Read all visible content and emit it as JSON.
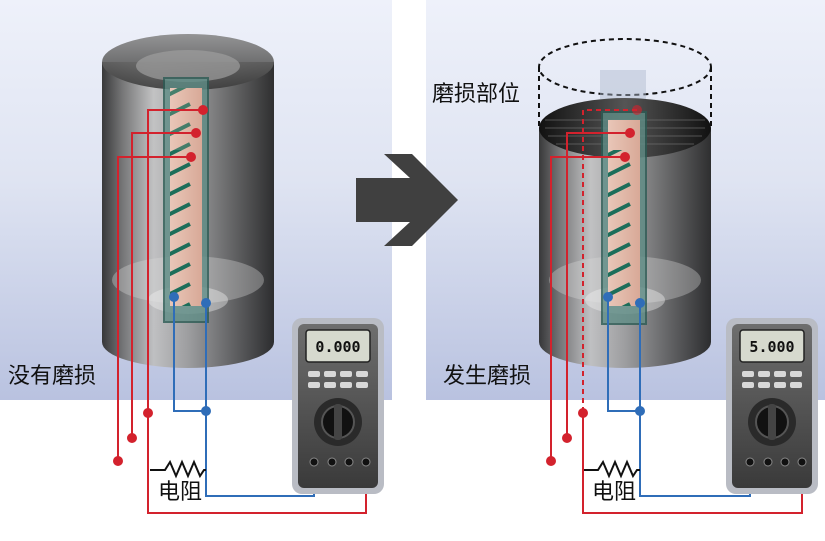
{
  "labels": {
    "no_wear": "没有磨损",
    "wear_occurred": "发生磨损",
    "wear_site": "磨损部位",
    "resistor_left": "电阻",
    "resistor_right": "电阻"
  },
  "meters": {
    "left_reading": "0.000",
    "right_reading": "5.000"
  },
  "colors": {
    "red_wire": "#d3222d",
    "blue_wire": "#2f6db8",
    "arrow": "#404040"
  },
  "icons": [
    "multimeter-icon",
    "resistor-icon",
    "arrow-right-icon",
    "cylinder-icon"
  ]
}
